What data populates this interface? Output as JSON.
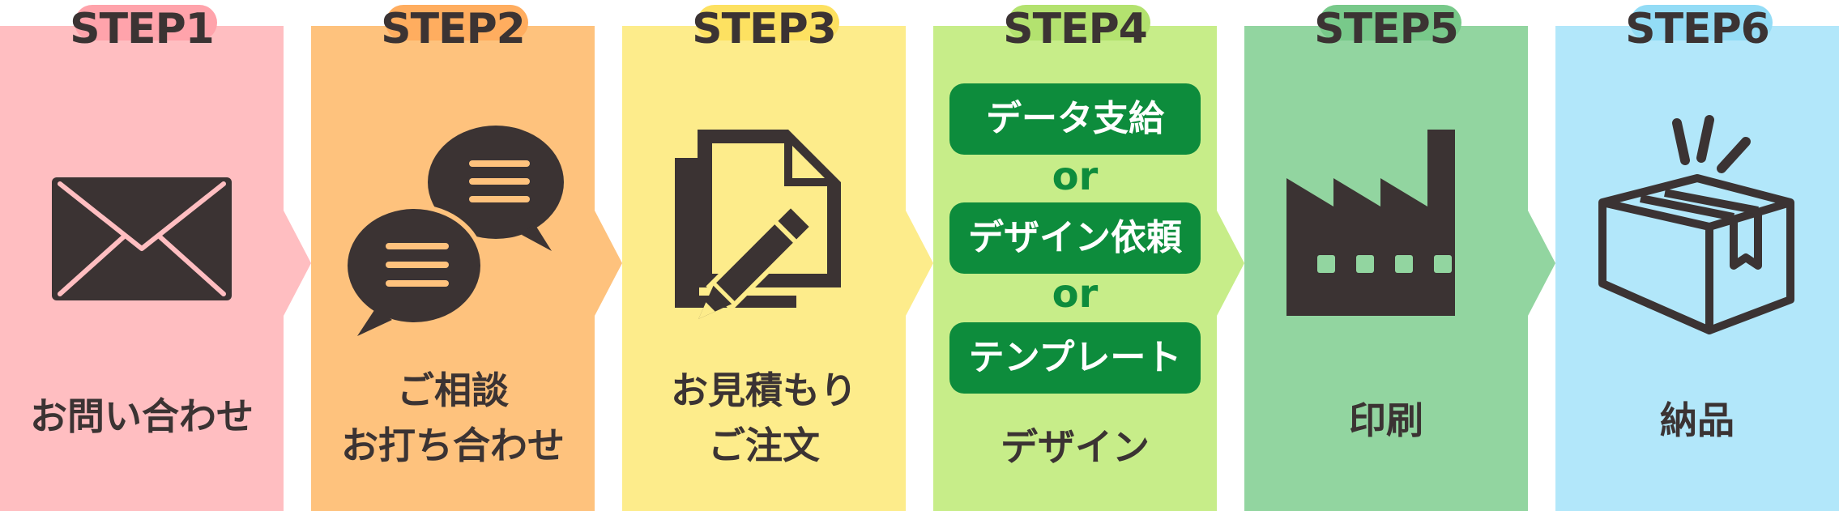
{
  "steps": [
    {
      "label": "STEP1",
      "lines": [
        "お問い合わせ"
      ],
      "color": "#ffbec1",
      "tab_color": "#ffa3ab",
      "icon": "envelope-icon"
    },
    {
      "label": "STEP2",
      "lines": [
        "ご相談",
        "お打ち合わせ"
      ],
      "color": "#fec27d",
      "tab_color": "#ffad5f",
      "icon": "speech-bubbles-icon"
    },
    {
      "label": "STEP3",
      "lines": [
        "お見積もり",
        "ご注文"
      ],
      "color": "#fdec8b",
      "tab_color": "#fde161",
      "icon": "document-pencil-icon"
    },
    {
      "label": "STEP4",
      "lines": [
        "デザイン"
      ],
      "color": "#c7ed89",
      "tab_color": "#b3e26f",
      "icon": ""
    },
    {
      "label": "STEP5",
      "lines": [
        "印刷"
      ],
      "color": "#92d5a0",
      "tab_color": "#78c98a",
      "icon": "factory-icon"
    },
    {
      "label": "STEP6",
      "lines": [
        "納品"
      ],
      "color": "#b2e7fa",
      "tab_color": "#93dcf6",
      "icon": "package-box-icon"
    }
  ],
  "step4_options": {
    "option1": "データ支給",
    "or1": "or",
    "option2": "デザイン依頼",
    "or2": "or",
    "option3": "テンプレート"
  },
  "colors": {
    "icon_dark": "#3b3333",
    "pill_green": "#0d8c3c",
    "text_dark": "#3b3333"
  }
}
